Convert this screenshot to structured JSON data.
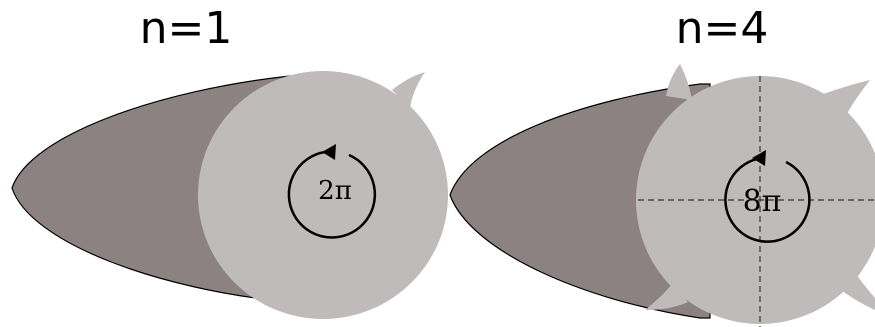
{
  "colors": {
    "body_dark": "#8c8282",
    "disk_light": "#c0bbbb",
    "outline": "#000000",
    "background": "#ffffff"
  },
  "panels": [
    {
      "title": "n=1",
      "angle_label": "2π",
      "spike_count": 1,
      "rotation_arrow": "counterclockwise",
      "cross_lines": false
    },
    {
      "title": "n=4",
      "angle_label": "8π",
      "spike_count": 4,
      "rotation_arrow": "counterclockwise",
      "cross_lines": true
    }
  ]
}
